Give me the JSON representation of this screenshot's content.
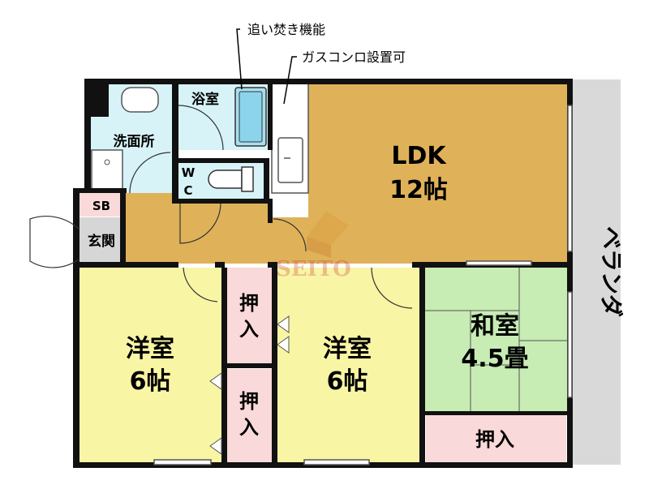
{
  "rooms": {
    "ldk_name": "LDK",
    "ldk_size": "12帖",
    "western1_name": "洋室",
    "western1_size": "6帖",
    "western2_name": "洋室",
    "western2_size": "6帖",
    "japanese_name": "和室",
    "japanese_size": "4.5畳",
    "bath": "浴室",
    "washroom": "洗面所",
    "wc_line1": "W",
    "wc_line2": "C",
    "sb": "SB",
    "entrance": "玄関",
    "balcony": "ベランダ"
  },
  "closets": {
    "upper_line1": "押",
    "upper_line2": "入",
    "lower_line1": "押",
    "lower_line2": "入",
    "japanese": "押入"
  },
  "callouts": {
    "reheat": "追い焚き機能",
    "gas_stove": "ガスコンロ設置可"
  },
  "watermark": "SEITO",
  "colors": {
    "ldk": "#dfb25a",
    "western": "#f8f5a4",
    "japanese": "#c7ecb4",
    "wet": "#d7f3f8",
    "pink": "#f9d9d9",
    "gray": "#d6d6d6",
    "wall": "#111111"
  }
}
